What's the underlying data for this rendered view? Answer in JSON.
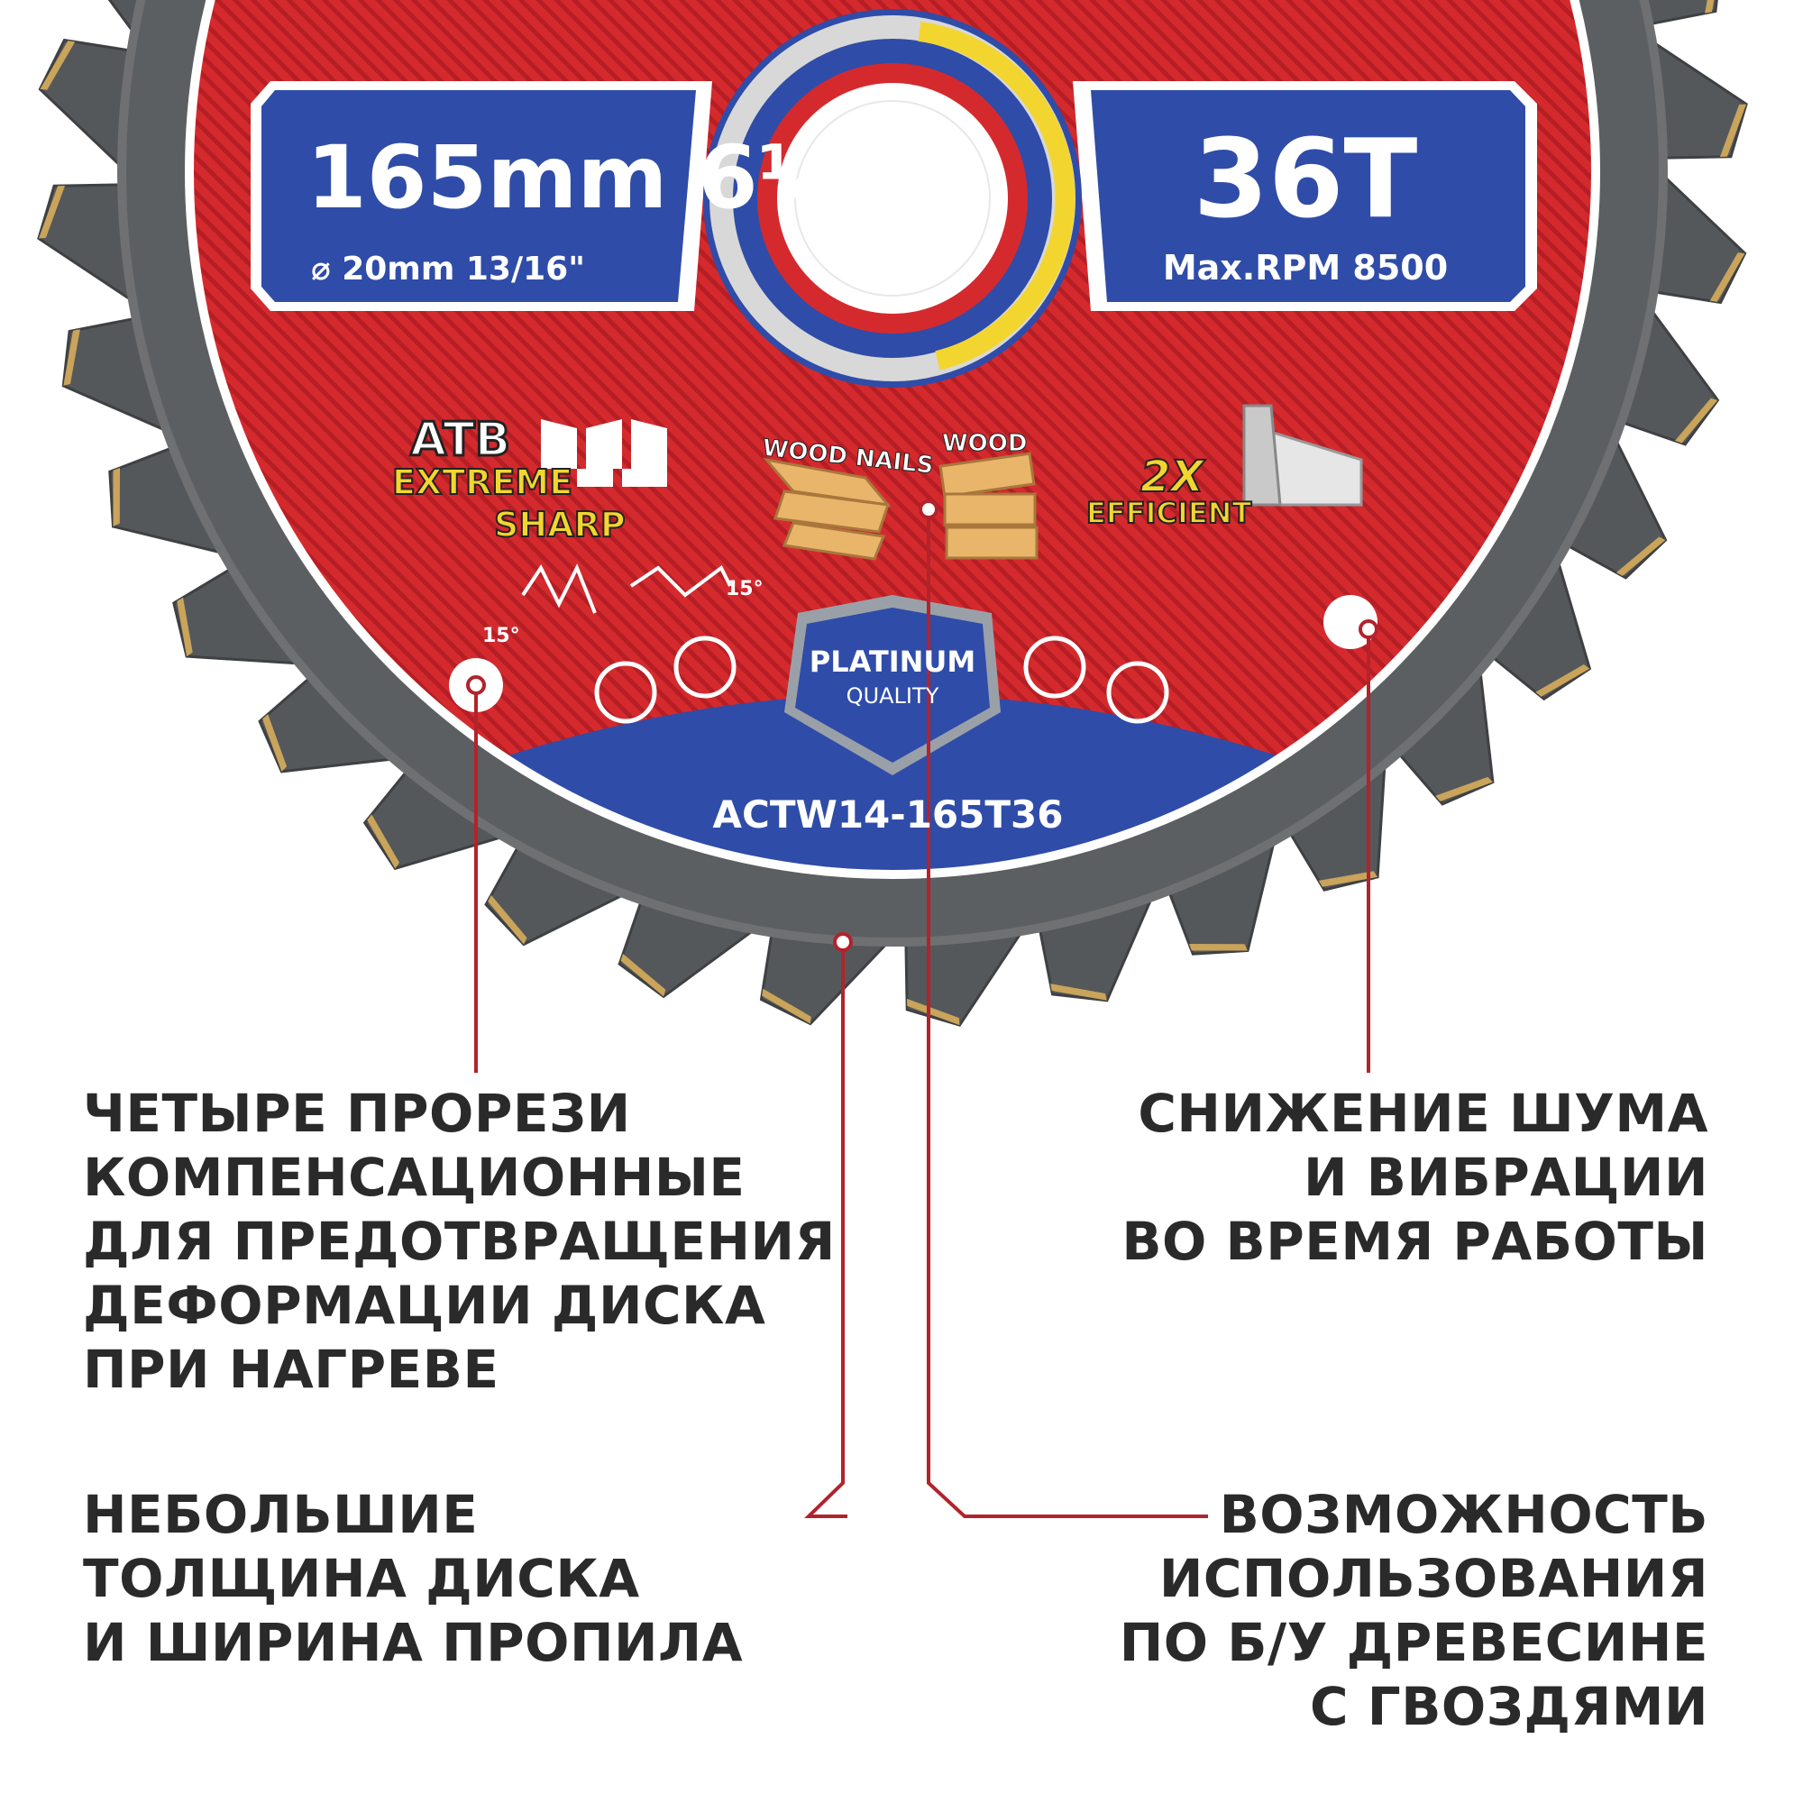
{
  "colors": {
    "label_red": "#d42a2e",
    "panel_blue": "#2f4ca8",
    "accent_yellow": "#f3d530",
    "steel": "#5c5f62",
    "leader_red": "#b2232c",
    "caption_text": "#2a2a2a"
  },
  "blade": {
    "diameter": "165mm 6½\"",
    "bore": "⌀ 20mm 13/16\"",
    "teeth": "36T",
    "max_rpm": "Max.RPM 8500",
    "atb": "ATB",
    "extreme": "EXTREME",
    "sharp": "SHARP",
    "wood_nails": "WOOD NAILS",
    "wood": "WOOD",
    "two_x": "2X",
    "efficient": "EFFICIENT",
    "angle": "15°",
    "platinum": "PLATINUM",
    "quality": "QUALITY",
    "model": "ACTW14-165T36"
  },
  "captions": {
    "slots": [
      "ЧЕТЫРЕ ПРОРЕЗИ",
      "КОМПЕНСАЦИОННЫЕ",
      "ДЛЯ ПРЕДОТВРАЩЕНИЯ",
      "ДЕФОРМАЦИИ ДИСКА",
      "ПРИ НАГРЕВЕ"
    ],
    "noise": [
      "СНИЖЕНИЕ ШУМА",
      "И ВИБРАЦИИ",
      "ВО ВРЕМЯ РАБОТЫ"
    ],
    "kerf": [
      "НЕБОЛЬШИЕ",
      "ТОЛЩИНА ДИСКА",
      "И ШИРИНА ПРОПИЛА"
    ],
    "nails": [
      "ВОЗМОЖНОСТЬ",
      "ИСПОЛЬЗОВАНИЯ",
      "ПО Б/У ДРЕВЕСИНЕ",
      "С ГВОЗДЯМИ"
    ]
  },
  "icons": {
    "badge": "platinum-shield-icon",
    "chisel": "chisel-icon",
    "wood": "wood-planks-icon",
    "safety": [
      "mask-icon",
      "glove-icon",
      "goggles-icon",
      "rotation-direction-icon"
    ]
  }
}
